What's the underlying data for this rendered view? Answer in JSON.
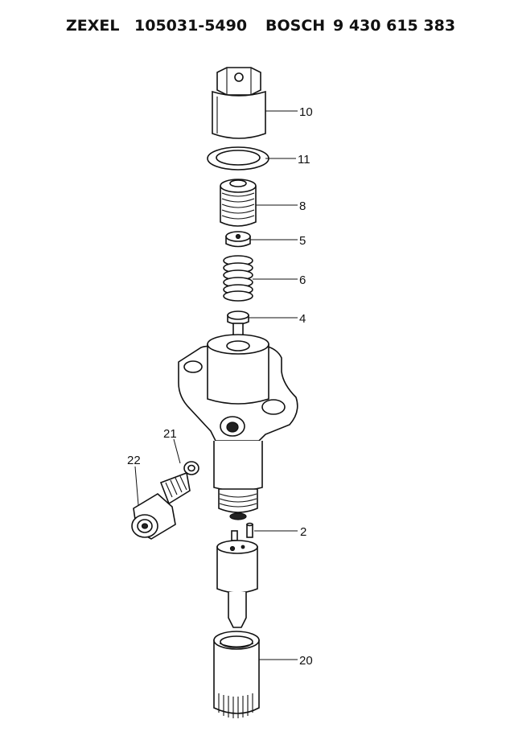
{
  "header": {
    "maker_a": "ZEXEL",
    "part_a": "105031-5490",
    "maker_b": "BOSCH",
    "part_b": "9 430 615 383"
  },
  "callouts": [
    {
      "id": "c10",
      "label": "10"
    },
    {
      "id": "c11",
      "label": "11"
    },
    {
      "id": "c8",
      "label": "8"
    },
    {
      "id": "c5",
      "label": "5"
    },
    {
      "id": "c6",
      "label": "6"
    },
    {
      "id": "c4",
      "label": "4"
    },
    {
      "id": "c21",
      "label": "21"
    },
    {
      "id": "c22",
      "label": "22"
    },
    {
      "id": "c2",
      "label": "2"
    },
    {
      "id": "c20",
      "label": "20"
    }
  ]
}
